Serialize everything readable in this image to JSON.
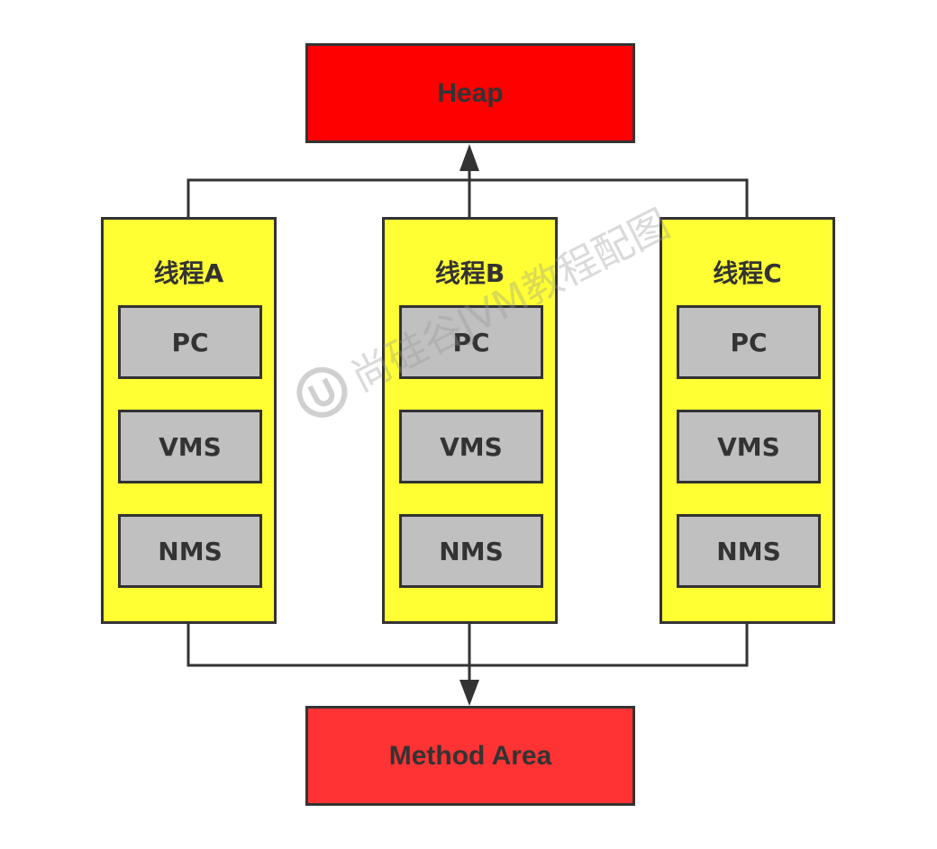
{
  "heap": {
    "label": "Heap"
  },
  "method_area": {
    "label": "Method Area"
  },
  "threads": [
    {
      "title": "线程A",
      "slots": [
        "PC",
        "VMS",
        "NMS"
      ]
    },
    {
      "title": "线程B",
      "slots": [
        "PC",
        "VMS",
        "NMS"
      ]
    },
    {
      "title": "线程C",
      "slots": [
        "PC",
        "VMS",
        "NMS"
      ]
    }
  ],
  "watermark": {
    "text": "尚硅谷JVM教程配图"
  },
  "colors": {
    "heap_fill": "#ff0000",
    "method_area_fill": "#ff3333",
    "thread_fill": "#ffff33",
    "slot_fill": "#c0c0c0",
    "line": "#333333"
  }
}
